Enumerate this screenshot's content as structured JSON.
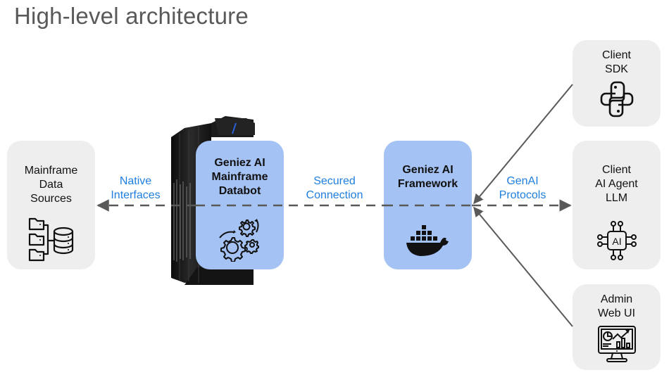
{
  "title": "High-level architecture",
  "nodes": {
    "mainframe_data_sources": {
      "label": [
        "Mainframe",
        "Data",
        "Sources"
      ],
      "icon": "database-hierarchy-icon"
    },
    "databot": {
      "label": [
        "Geniez AI",
        "Mainframe",
        "Databot"
      ],
      "icon": "gears-icon",
      "background": "mainframe-server-rack"
    },
    "framework": {
      "label": [
        "Geniez AI",
        "Framework"
      ],
      "icon": "docker-whale-icon"
    },
    "client_sdk": {
      "label": [
        "Client",
        "SDK"
      ],
      "icon": "python-icon"
    },
    "client_agent": {
      "label": [
        "Client",
        "AI Agent",
        "LLM"
      ],
      "icon": "ai-chip-icon"
    },
    "admin_web": {
      "label": [
        "Admin",
        "Web UI"
      ],
      "icon": "dashboard-monitor-icon"
    }
  },
  "edges": {
    "native": {
      "label": [
        "Native",
        "Interfaces"
      ],
      "from": "databot",
      "to": "mainframe_data_sources",
      "style": "dashed"
    },
    "secured": {
      "label": [
        "Secured",
        "Connection"
      ],
      "from": "framework",
      "to": "databot",
      "style": "dashed"
    },
    "genai": {
      "label": [
        "GenAI",
        "Protocols"
      ],
      "from": "framework",
      "to": "client_agent",
      "style": "dashed"
    },
    "sdk": {
      "label": [],
      "from": "client_sdk",
      "to": "framework",
      "style": "solid"
    },
    "admin": {
      "label": [],
      "from": "admin_web",
      "to": "framework",
      "style": "solid"
    }
  },
  "colors": {
    "title": "#595959",
    "grey_box": "#eeeeee",
    "blue_box": "#a4c2f4",
    "edge_label": "#1f7fe0",
    "arrow": "#595959"
  }
}
